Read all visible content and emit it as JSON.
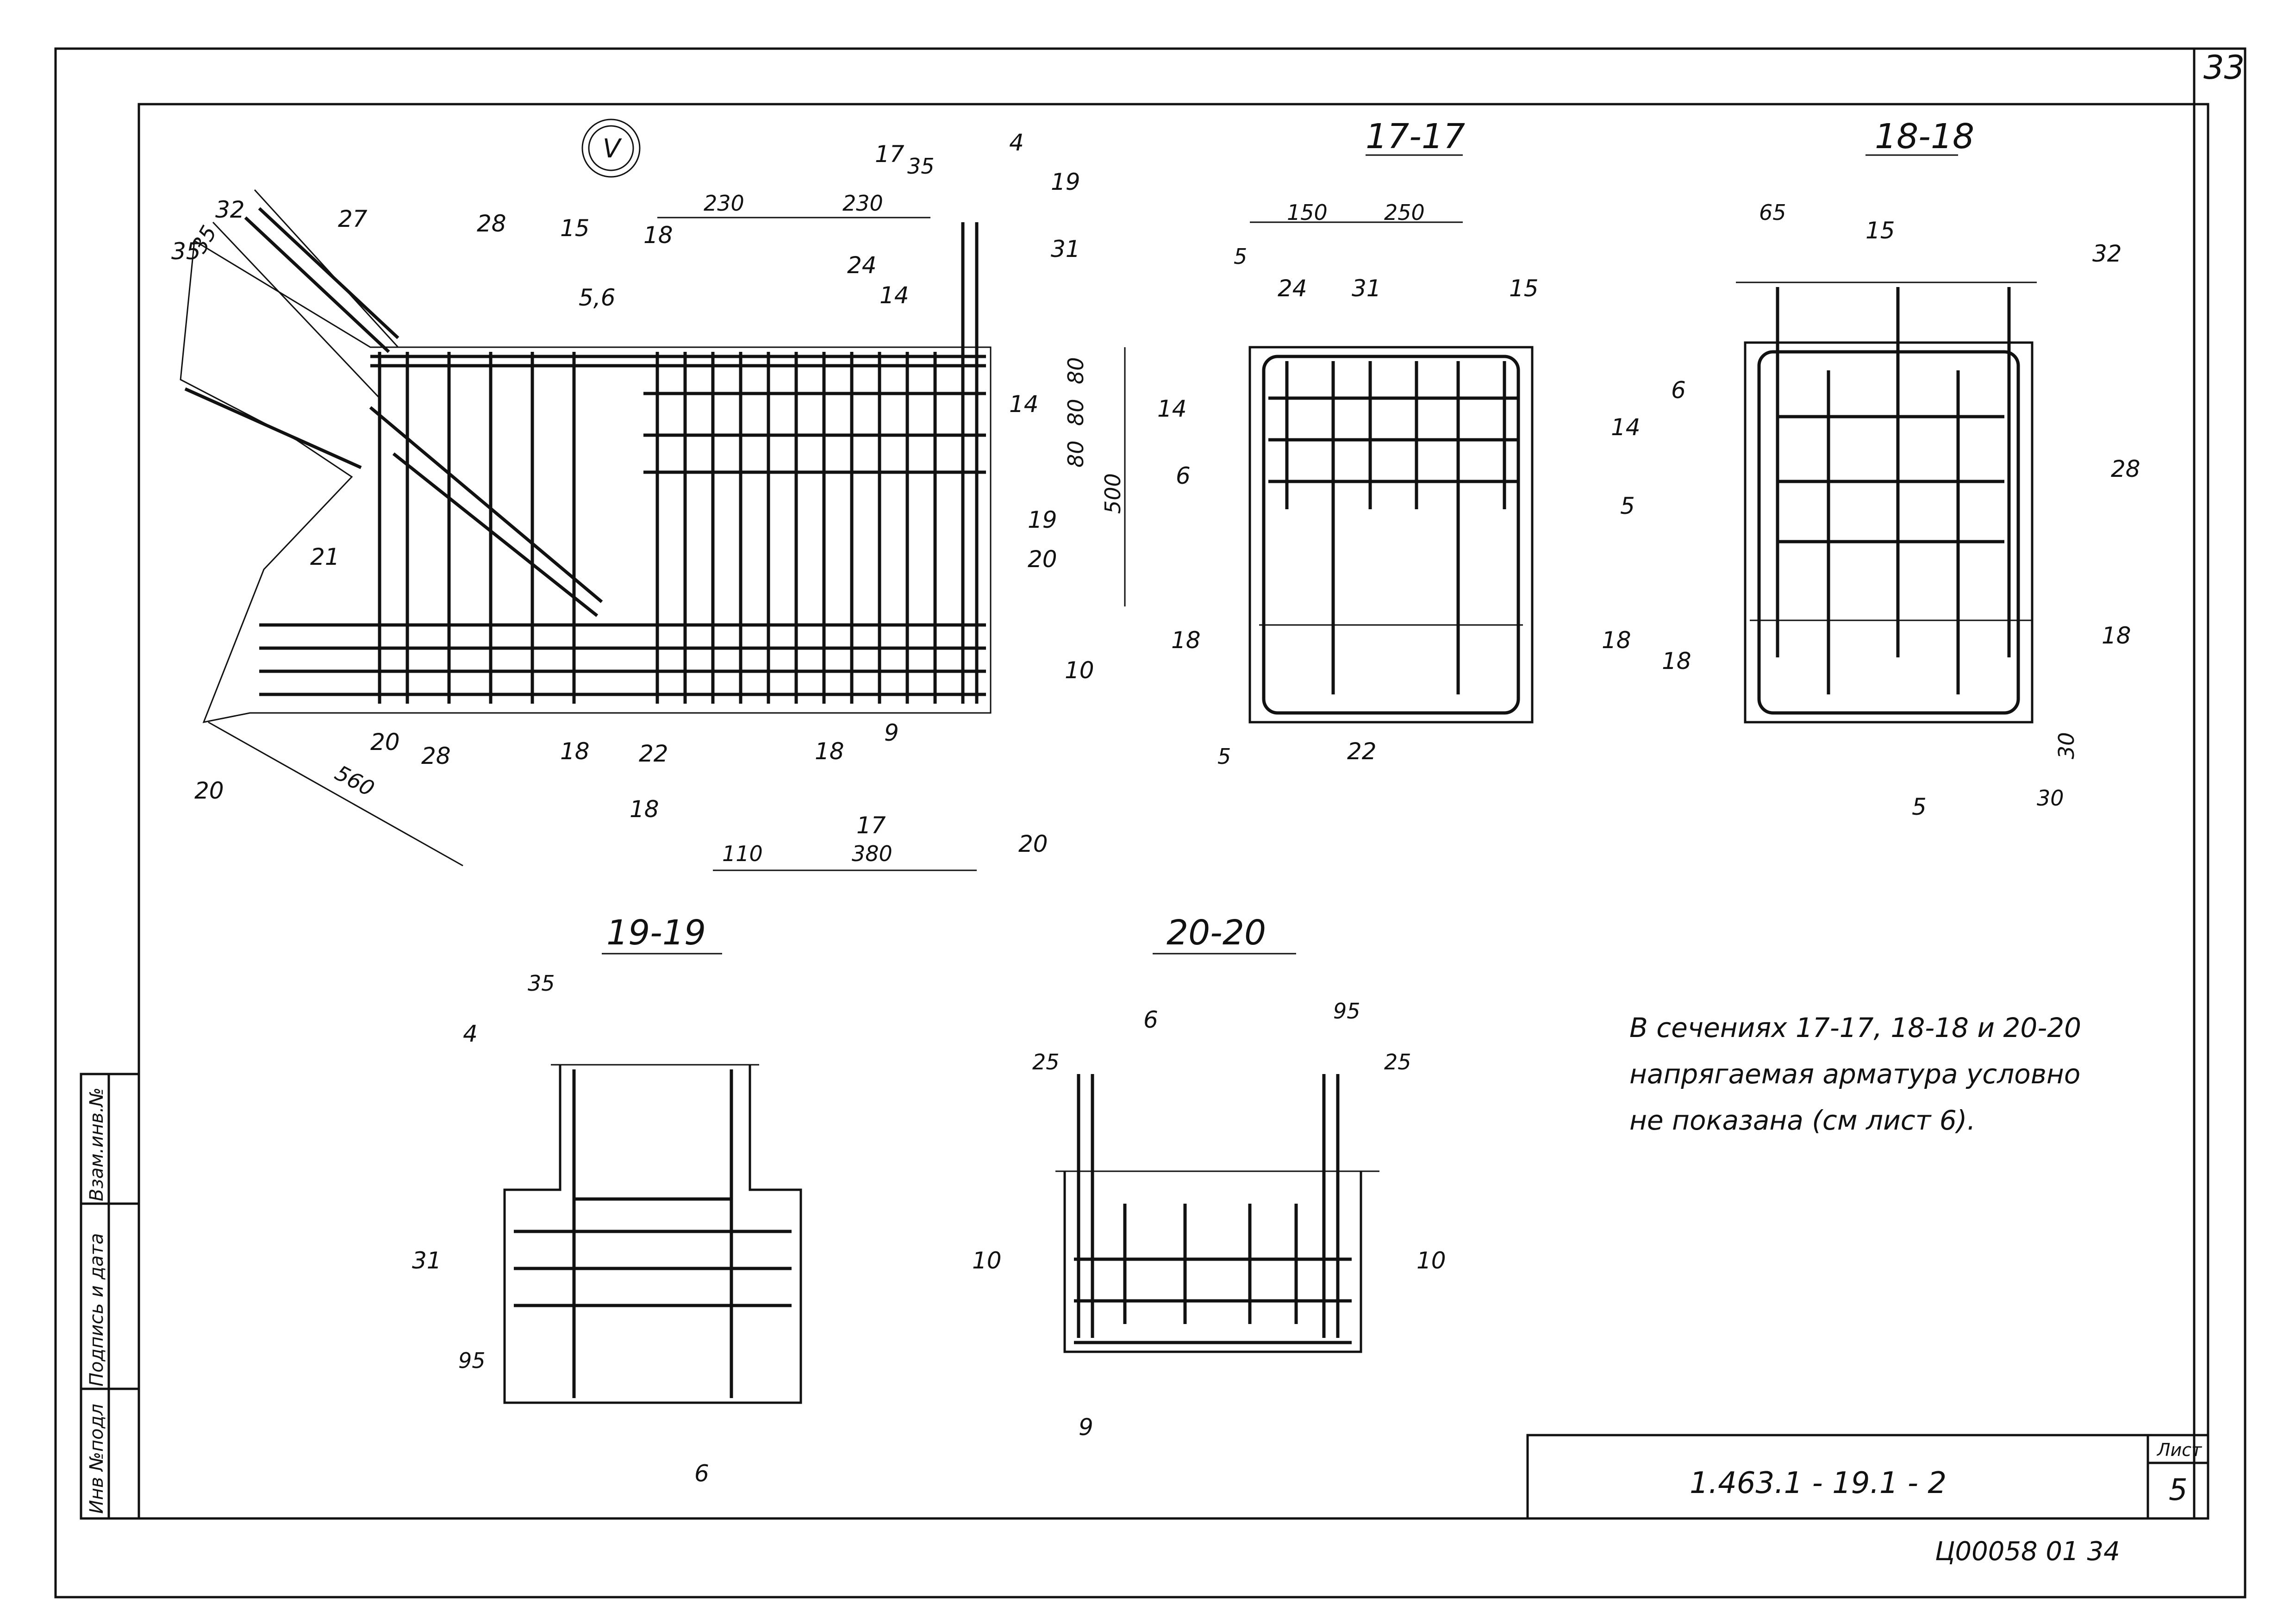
{
  "sheet": {
    "top_right_number": "33",
    "bottom_stamp": "Ц00058 01  34",
    "title_block": {
      "code": "1.463.1 - 19.1 - 2",
      "sheet_label": "Лист",
      "sheet_number": "5"
    },
    "side_stamp": {
      "inv_orig": "Инв №подл",
      "sign_date": "Подпись и дата",
      "inv_repl": "Взам.инв.№"
    }
  },
  "views": {
    "node": {
      "marker": "V",
      "dims": [
        "230",
        "230",
        "35",
        "80",
        "80",
        "80",
        "500",
        "110",
        "380",
        "560",
        "35"
      ],
      "section_marks": [
        "17",
        "17",
        "18",
        "18",
        "19",
        "19",
        "20",
        "20"
      ],
      "positions": [
        "32",
        "35",
        "27",
        "28",
        "15",
        "5,6",
        "24",
        "14",
        "4",
        "31",
        "14",
        "21",
        "20",
        "28",
        "18",
        "22",
        "18",
        "9",
        "10",
        "20"
      ]
    },
    "s17": {
      "title": "17-17",
      "dims": [
        "150",
        "250",
        "5",
        "5"
      ],
      "positions": [
        "24",
        "31",
        "15",
        "14",
        "14",
        "6",
        "5",
        "18",
        "18",
        "22"
      ]
    },
    "s18": {
      "title": "18-18",
      "dims": [
        "65",
        "30",
        "30"
      ],
      "positions": [
        "15",
        "32",
        "6",
        "28",
        "18",
        "18",
        "5"
      ]
    },
    "s19": {
      "title": "19-19",
      "dims": [
        "35",
        "95"
      ],
      "positions": [
        "4",
        "31",
        "6"
      ]
    },
    "s20": {
      "title": "20-20",
      "dims": [
        "95",
        "25",
        "25"
      ],
      "positions": [
        "6",
        "10",
        "10",
        "9"
      ]
    }
  },
  "note": {
    "line1": "В сечениях 17-17, 18-18 и 20-20",
    "line2": "напрягаемая арматура условно",
    "line3": "не показана (см лист 6)."
  }
}
